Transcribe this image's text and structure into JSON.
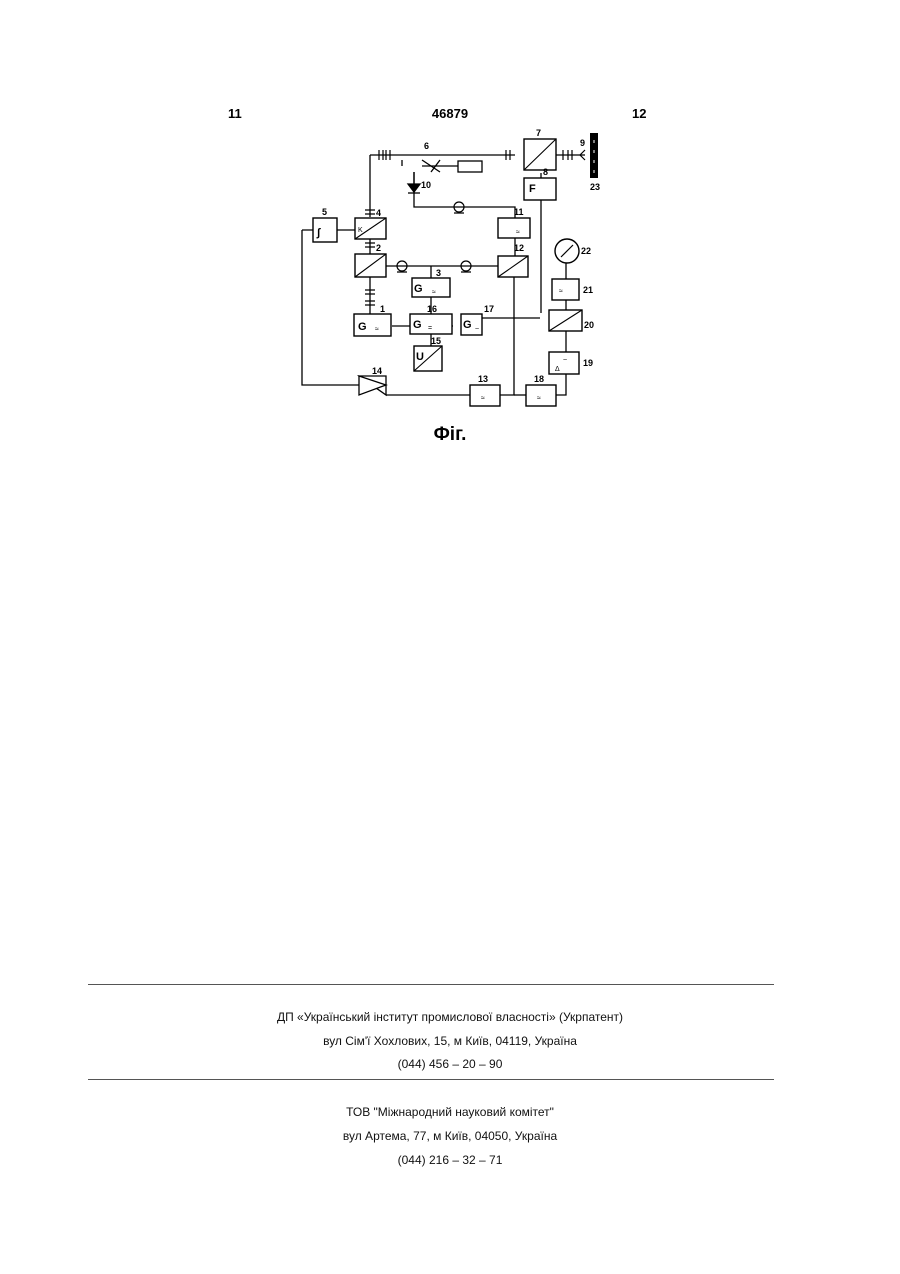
{
  "header": {
    "left_page": "11",
    "patent_number": "46879",
    "right_page": "12"
  },
  "figure": {
    "caption": "Фіг.",
    "block_labels": {
      "b1": "1",
      "b2": "2",
      "b3": "3",
      "b4": "4",
      "b5": "5",
      "b6": "6",
      "b7": "7",
      "b8": "8",
      "b9": "9",
      "b10": "10",
      "b11": "11",
      "b12": "12",
      "b13": "13",
      "b14": "14",
      "b15": "15",
      "b16": "16",
      "b17": "17",
      "b18": "18",
      "b19": "19",
      "b20": "20",
      "b21": "21",
      "b22": "22",
      "b23": "23"
    },
    "glyphs": {
      "g_letter": "G",
      "u_letter": "U",
      "f_letter": "F",
      "kp": "K",
      "approx": "≈",
      "tilde": "~",
      "dash": "=",
      "delta": "Δ",
      "integral": "∫"
    }
  },
  "footer": {
    "org1": {
      "name": "ДП «Український інститут промислової власності» (Укрпатент)",
      "address": "вул  Сім'ї Хохлових, 15, м  Київ, 04119, Україна",
      "phone": "(044) 456 – 20 –  90"
    },
    "org2": {
      "name": "ТОВ \"Міжнародний науковий комітет\"",
      "address": "вул  Артема, 77, м  Київ, 04050, Україна",
      "phone": "(044) 216 – 32 – 71"
    }
  }
}
